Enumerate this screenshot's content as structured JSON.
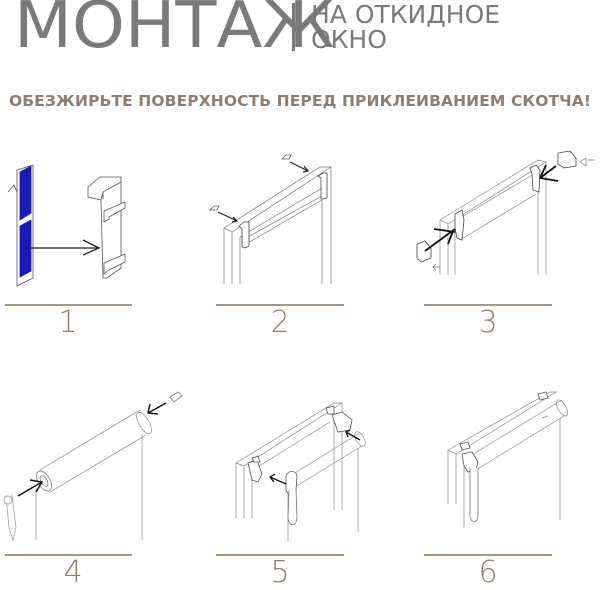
{
  "header": {
    "title": "МОНТАЖ",
    "subtitle_line1": "НА ОТКИДНОЕ",
    "subtitle_line2": "ОКНО"
  },
  "warning": "ОБЕЗЖИРЬТЕ ПОВЕРХНОСТЬ ПЕРЕД ПРИКЛЕИВАНИЕМ СКОТЧА!",
  "colors": {
    "title_gray": "#7a7a7a",
    "accent_beige": "#8d7e70",
    "rule": "#a39786",
    "tape_blue": "#1a1ab4"
  },
  "steps": [
    {
      "number": "1",
      "illustration": "adhesive-tape-to-bracket"
    },
    {
      "number": "2",
      "illustration": "brackets-on-window-frame"
    },
    {
      "number": "3",
      "illustration": "side-mounts-attach"
    },
    {
      "number": "4",
      "illustration": "roller-end-caps"
    },
    {
      "number": "5",
      "illustration": "roller-into-mounts"
    },
    {
      "number": "6",
      "illustration": "installed-roller-blind"
    }
  ]
}
